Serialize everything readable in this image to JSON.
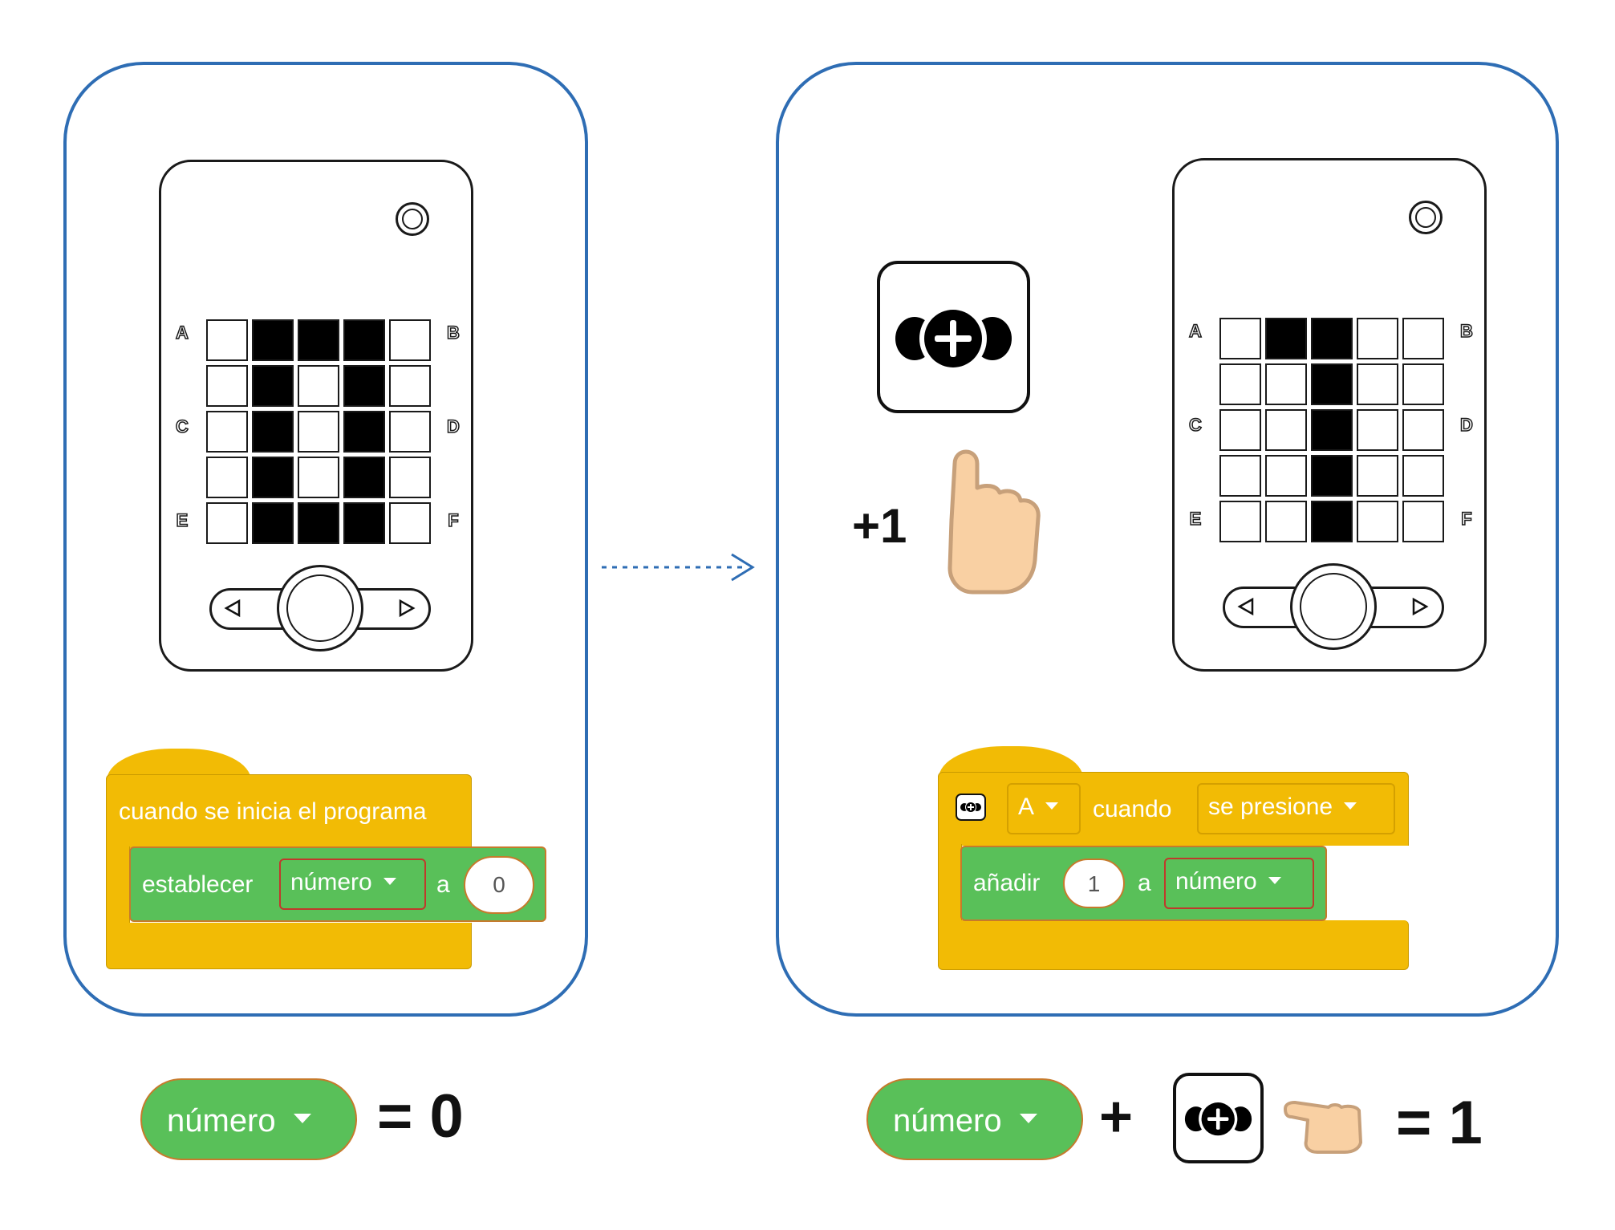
{
  "left": {
    "grid_labels": [
      "A",
      "B",
      "C",
      "D",
      "E",
      "F"
    ],
    "grid": [
      [
        0,
        1,
        1,
        1,
        0
      ],
      [
        0,
        1,
        0,
        1,
        0
      ],
      [
        0,
        1,
        0,
        1,
        0
      ],
      [
        0,
        1,
        0,
        1,
        0
      ],
      [
        0,
        1,
        1,
        1,
        0
      ]
    ],
    "hat_block": "cuando se inicia el programa",
    "set_block": {
      "label": "establecer",
      "variable": "número",
      "to": "a",
      "value": "0"
    }
  },
  "right": {
    "grid_labels": [
      "A",
      "B",
      "C",
      "D",
      "E",
      "F"
    ],
    "grid": [
      [
        0,
        1,
        1,
        0,
        0
      ],
      [
        0,
        0,
        1,
        0,
        0
      ],
      [
        0,
        0,
        1,
        0,
        0
      ],
      [
        0,
        0,
        1,
        0,
        0
      ],
      [
        0,
        0,
        1,
        0,
        0
      ]
    ],
    "plus_one": "+1",
    "event_block": {
      "port": "A",
      "when": "cuando",
      "action": "se presione"
    },
    "add_block": {
      "label": "añadir",
      "value": "1",
      "to": "a",
      "variable": "número"
    }
  },
  "bottom": {
    "left_variable": "número",
    "left_result": "= 0",
    "right_variable": "número",
    "plus": "+",
    "right_result": "= 1"
  },
  "colors": {
    "panel_border": "#2e6db4",
    "hat_yellow": "#f2bb05",
    "block_green": "#59c059",
    "hand_skin": "#f9d0a3"
  },
  "icons": [
    "controller-plus-icon",
    "pointing-hand-icon",
    "dotted-arrow-icon"
  ]
}
